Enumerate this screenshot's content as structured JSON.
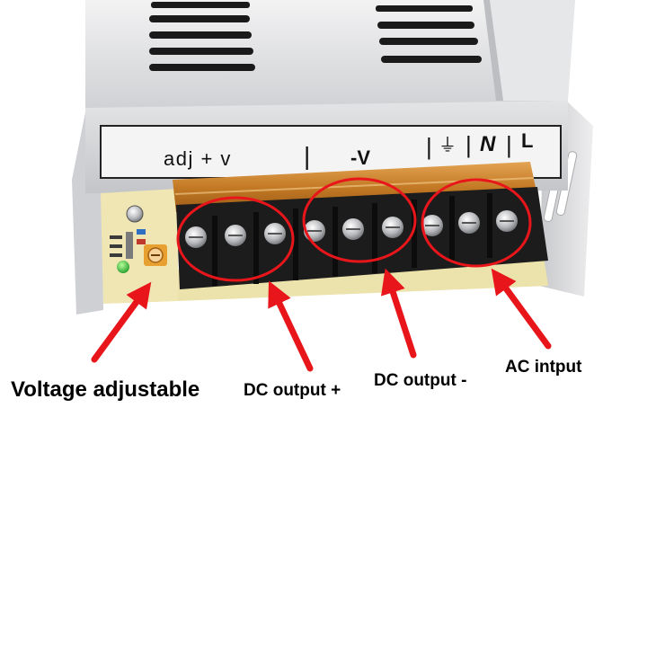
{
  "terminal_strip": {
    "adj_label": "adj + v",
    "sep1": "|",
    "neg_label": "-V",
    "sep2": "|",
    "ground_symbol": "⏚",
    "sep3": "|",
    "n_label": "N",
    "sep4": "|",
    "l_label": "L"
  },
  "callouts": {
    "voltage_adjustable": "Voltage adjustable",
    "dc_output_plus": "DC output +",
    "dc_output_minus": "DC output -",
    "ac_input": "AC intput"
  },
  "colors": {
    "callout_red": "#e8161b",
    "housing_silver": "#d9dadd",
    "terminal_black": "#1c1c1c",
    "cover_amber": "#c9822d",
    "pcb_cream": "#efe6b4"
  }
}
